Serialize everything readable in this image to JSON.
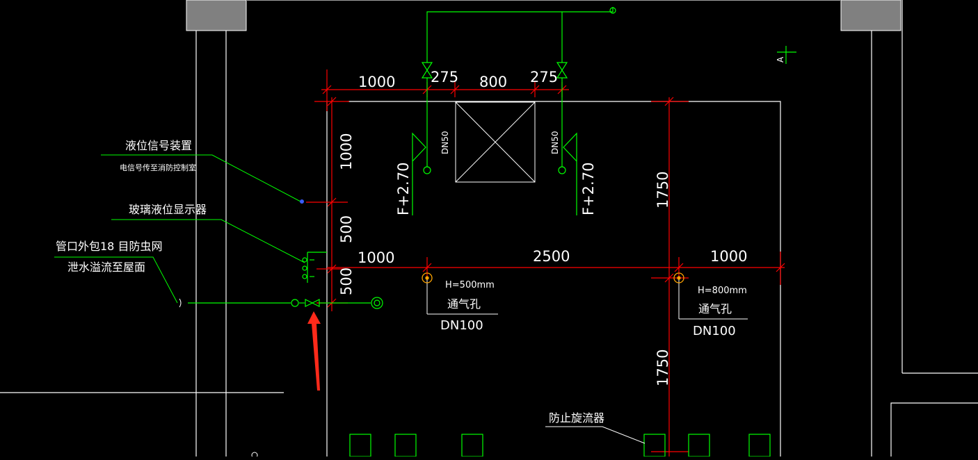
{
  "colors": {
    "background": "#000000",
    "wall": "#ffffff",
    "column_fill": "#808080",
    "dimension": "#ff0000",
    "pipe": "#00ff00",
    "text": "#ffffff",
    "vent": "#ffa500",
    "arrow": "#ff0000"
  },
  "dimensions": {
    "top_left": "1000",
    "top_275_left": "275",
    "top_800": "800",
    "top_275_right": "275",
    "left_1000": "1000",
    "left_500_upper": "500",
    "left_500_lower": "500",
    "mid_1000_left": "1000",
    "mid_2500": "2500",
    "mid_1000_right": "1000",
    "right_1750_upper": "1750",
    "right_1750_lower": "1750"
  },
  "pipe_labels": {
    "dn50_left": "DN50",
    "dn50_right": "DN50",
    "elev_left": "F+2.70",
    "elev_right": "F+2.70"
  },
  "annotations": {
    "level_signal": "液位信号装置",
    "signal_to_control": "电信号传至消防控制室",
    "glass_gauge": "玻璃液位显示器",
    "insect_net": "管口外包18 目防虫网",
    "overflow": "泄水溢流至屋面",
    "vortex": "防止旋流器",
    "section_mark": "A"
  },
  "vents": [
    {
      "height": "H=500mm",
      "name": "通气孔",
      "size": "DN100"
    },
    {
      "height": "H=800mm",
      "name": "通气孔",
      "size": "DN100"
    }
  ]
}
